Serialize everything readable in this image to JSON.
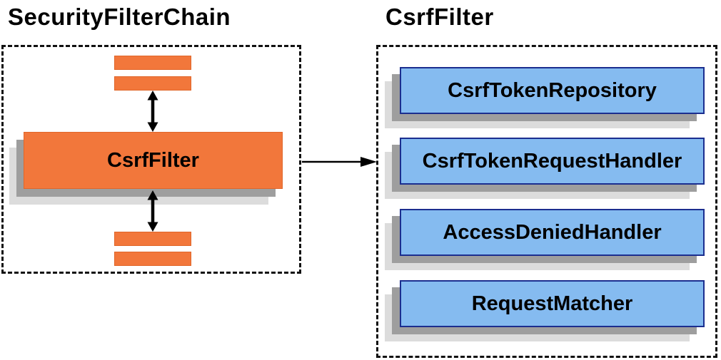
{
  "diagram": {
    "left_panel": {
      "title": "SecurityFilterChain",
      "csrf_filter_label": "CsrfFilter"
    },
    "right_panel": {
      "title": "CsrfFilter",
      "components": [
        "CsrfTokenRepository",
        "CsrfTokenRequestHandler",
        "AccessDeniedHandler",
        "RequestMatcher"
      ]
    },
    "colors": {
      "orange_fill": "#F2773B",
      "orange_border": "#E0662A",
      "blue_fill": "#85BBF0",
      "blue_border": "#1B2E8F",
      "shadow_dark": "#9E9E9E",
      "shadow_light": "#DCDCDC",
      "arrow": "#000000",
      "dashed_border": "#111111"
    },
    "icons": {
      "vertical_double_arrow": "vertical-double-arrow-icon",
      "right_arrow": "right-arrow-icon"
    }
  }
}
